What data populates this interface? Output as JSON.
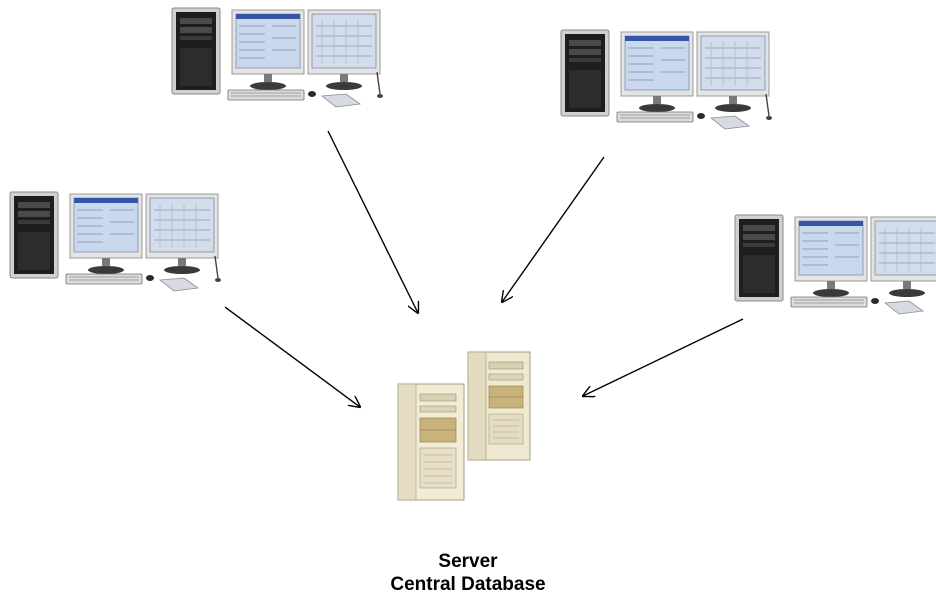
{
  "server": {
    "label_line1": "Server",
    "label_line2": "Central Database"
  },
  "workstations": [
    {
      "name": "workstation-top-left"
    },
    {
      "name": "workstation-top-right"
    },
    {
      "name": "workstation-left"
    },
    {
      "name": "workstation-right"
    }
  ],
  "colors": {
    "arrow": "#000000",
    "tower": "#c8c8c8",
    "monitor_screen": "#c9d8ec",
    "server_case": "#efe9d2"
  }
}
